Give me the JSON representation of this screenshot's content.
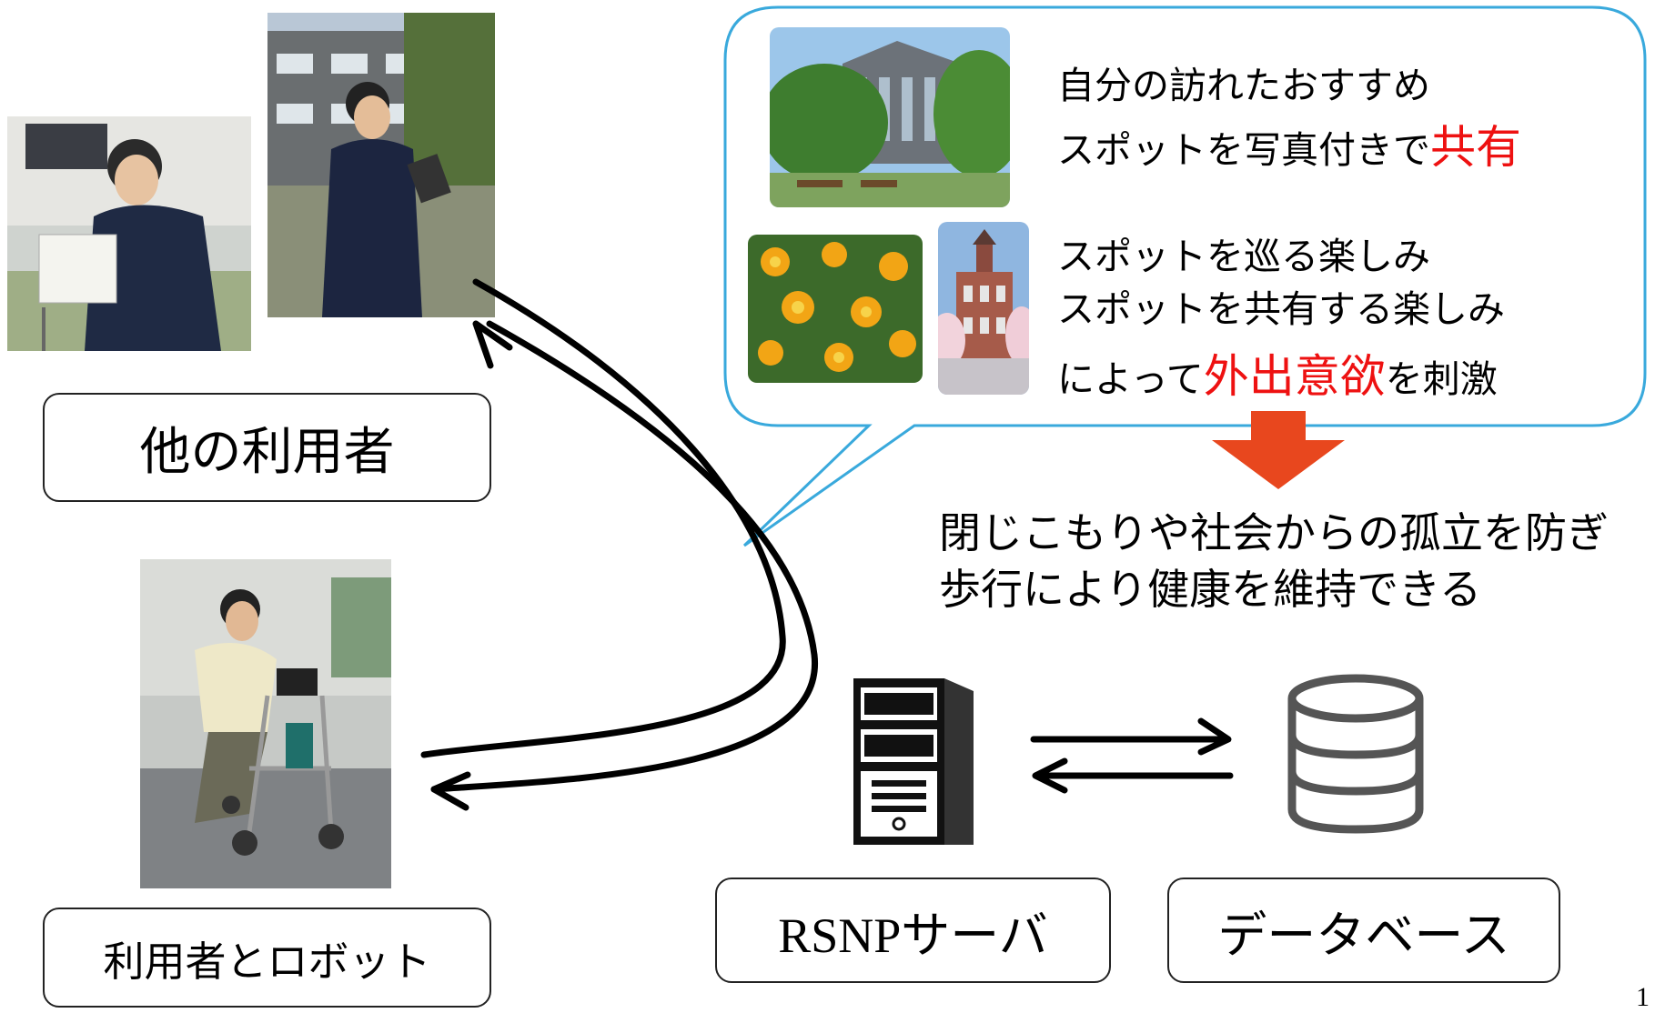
{
  "labels": {
    "other_users": "他の利用者",
    "user_and_robot": "利用者とロボット",
    "server": "RSNPサーバ",
    "database": "データベース"
  },
  "bubble": {
    "line1": "自分の訪れたおすすめ",
    "line2_prefix": "スポットを写真付きで",
    "line2_highlight": "共有",
    "line3": "スポットを巡る楽しみ",
    "line4": "スポットを共有する楽しみ",
    "line5_prefix": "によって",
    "line5_highlight": "外出意欲",
    "line5_suffix": "を刺激"
  },
  "result": {
    "line1": "閉じこもりや社会からの孤立を防ぎ",
    "line2": "歩行により健康を維持できる"
  },
  "page_number": "1",
  "colors": {
    "bubble_border": "#39a9dc",
    "highlight": "#ee1111",
    "down_arrow": "#e8471e",
    "db_icon": "#555555"
  },
  "icons": [
    "server-icon",
    "database-icon",
    "down-arrow-icon",
    "exchange-arrows-icon",
    "curved-arrows-icon"
  ]
}
